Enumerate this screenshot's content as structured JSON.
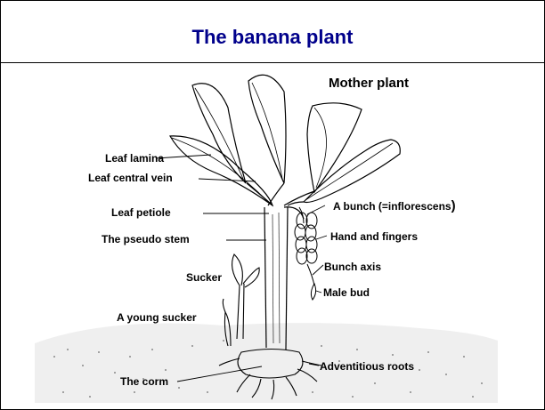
{
  "title": "The banana plant",
  "subtitle": "Mother plant",
  "labels": {
    "leaf_lamina": "Leaf lamina",
    "leaf_central_vein": "Leaf central vein",
    "leaf_petiole": "Leaf petiole",
    "pseudo_stem": "The pseudo stem",
    "sucker": "Sucker",
    "young_sucker": "A young sucker",
    "corm": "The corm",
    "bunch": "A bunch (=inflorescens",
    "bunch_paren": ")",
    "hand_fingers": "Hand and fingers",
    "bunch_axis": "Bunch axis",
    "male_bud": "Male bud",
    "adventitious_roots": "Adventitious roots"
  }
}
